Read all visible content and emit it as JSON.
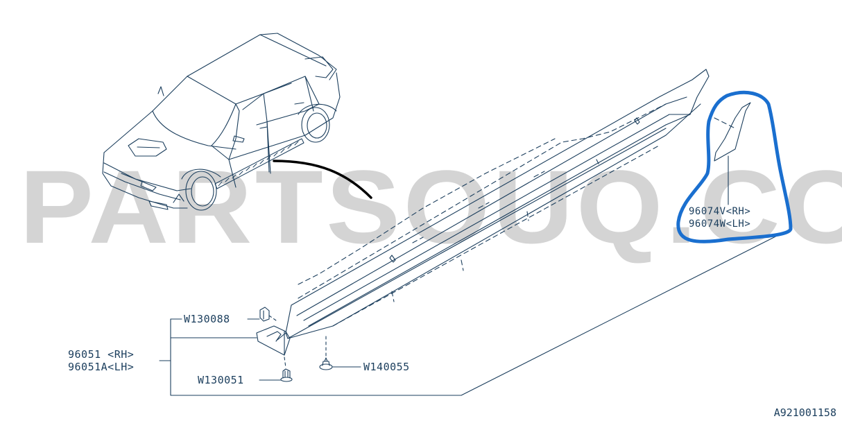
{
  "diagram": {
    "watermark": "PARTSOUQ.COM",
    "figure_ref": "A921001158",
    "colors": {
      "line": "#1a3d5c",
      "highlight": "#1a6fcf",
      "watermark": "#d4d4d4",
      "leader": "#000000"
    },
    "parts": [
      {
        "id": "W130088",
        "label": "W130088",
        "desc": "clip"
      },
      {
        "id": "96051",
        "label_rh": "96051 <RH>",
        "label_lh": "96051A<LH>",
        "desc": "side skirt front mud flap"
      },
      {
        "id": "W130051",
        "label": "W130051",
        "desc": "clip"
      },
      {
        "id": "W140055",
        "label": "W140055",
        "desc": "grommet clip"
      },
      {
        "id": "96074",
        "label_rh": "96074V<RH>",
        "label_lh": "96074W<LH>",
        "desc": "side skirt rear piece",
        "highlighted": true
      }
    ]
  }
}
